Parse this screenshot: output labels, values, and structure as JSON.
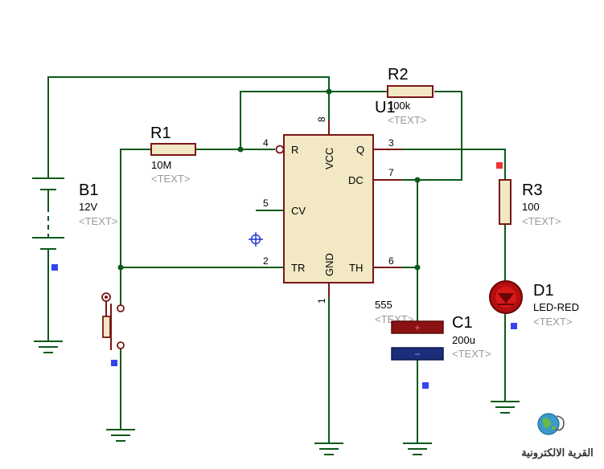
{
  "components": {
    "b1": {
      "ref": "B1",
      "value": "12V",
      "text": "<TEXT>"
    },
    "r1": {
      "ref": "R1",
      "value": "10M",
      "text": "<TEXT>"
    },
    "r2": {
      "ref": "R2",
      "value": "100k",
      "text": "<TEXT>"
    },
    "r3": {
      "ref": "R3",
      "value": "100",
      "text": "<TEXT>"
    },
    "u1": {
      "ref": "U1",
      "value": "555",
      "text": "<TEXT>"
    },
    "c1": {
      "ref": "C1",
      "value": "200u",
      "text": "<TEXT>"
    },
    "d1": {
      "ref": "D1",
      "value": "LED-RED",
      "text": "<TEXT>"
    }
  },
  "ic_pins": {
    "r": "R",
    "vcc": "VCC",
    "q": "Q",
    "dc": "DC",
    "cv": "CV",
    "tr": "TR",
    "gnd": "GND",
    "th": "TH",
    "n8": "8",
    "n4": "4",
    "n3": "3",
    "n7": "7",
    "n5": "5",
    "n2": "2",
    "n6": "6",
    "n1": "1"
  },
  "capacitor_marks": {
    "plus": "+",
    "minus": "−"
  },
  "watermark": {
    "text": "القرية الالكترونية"
  },
  "colors": {
    "wire": "#0b5a1b",
    "component": "#7a1515",
    "ic_fill": "#f2e8c4",
    "led": "#cc1111",
    "marker_blue": "#3344ee",
    "marker_red": "#ee3333"
  }
}
